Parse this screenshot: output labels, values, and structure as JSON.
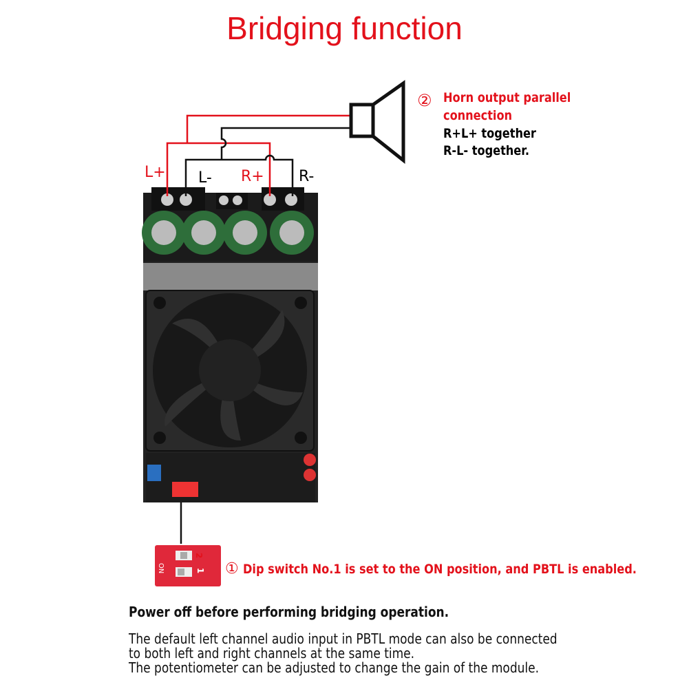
{
  "title": "Bridging function",
  "terminals": {
    "l_plus": "L+",
    "l_minus": "L-",
    "r_plus": "R+",
    "r_minus": "R-"
  },
  "speaker_note": {
    "marker": "②",
    "heading_line1": "Horn output parallel",
    "heading_line2": "connection",
    "line1": "R+L+ together",
    "line2": "R-L- together."
  },
  "dip_note": {
    "marker": "①",
    "text": "Dip switch No.1 is set to the ON position, and PBTL is enabled."
  },
  "dip_labels": {
    "on": "ON",
    "n1": "1",
    "n2": "2"
  },
  "footer": {
    "warning": "Power off before performing bridging operation.",
    "line1": "The default left channel audio input in PBTL mode can also be connected",
    "line2": "to both left and right channels at the same time.",
    "line3": "The potentiometer can be adjusted to change the gain of the module."
  },
  "colors": {
    "accent": "#e3111b",
    "wire_red": "#e3111b",
    "wire_black": "#111111"
  }
}
